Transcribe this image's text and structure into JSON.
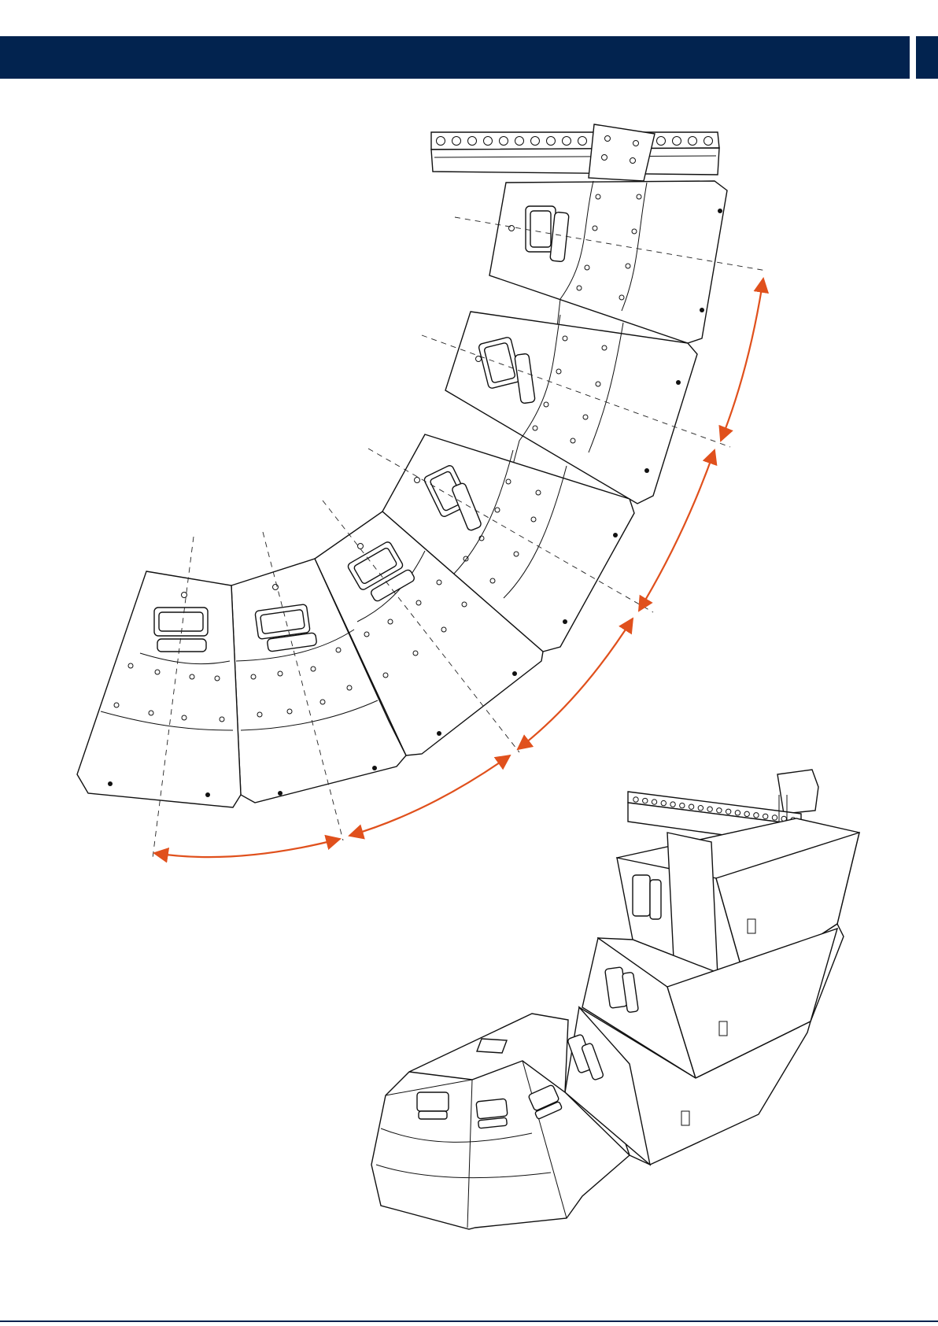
{
  "header": {
    "title": ""
  },
  "figure": {
    "arc_color": "#e0501c",
    "line_color": "#111111",
    "header_color": "#02234f",
    "elevation": {
      "cabinet_count": 6,
      "rigging_holes": 18
    },
    "perspective": {
      "cabinet_count": 6,
      "rigging_holes": 18
    }
  },
  "footer": {
    "page_label": ""
  }
}
